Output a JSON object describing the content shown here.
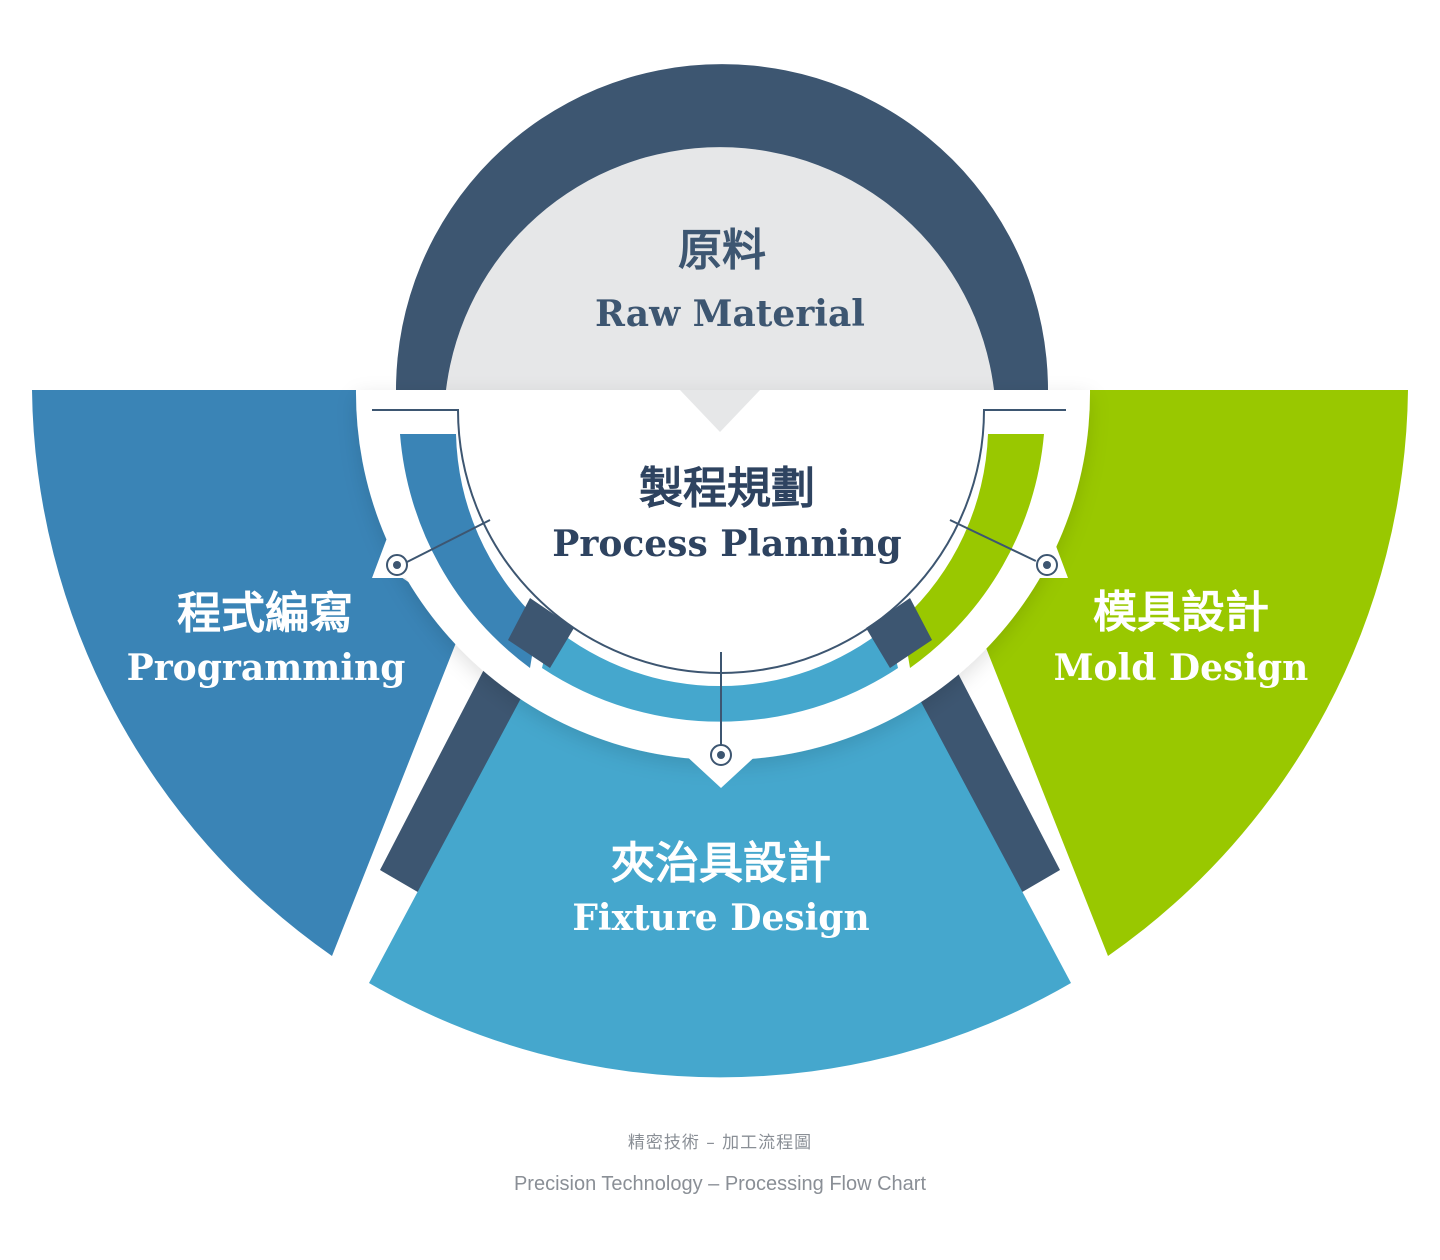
{
  "colors": {
    "navy": "#3d5671",
    "blue": "#3a84b6",
    "light_blue": "#45a7cd",
    "green": "#99c800",
    "grey_fill": "#e6e7e8",
    "white": "#ffffff",
    "line": "#3d5671"
  },
  "nodes": {
    "raw_material": {
      "cn": "原料",
      "en": "Raw Material"
    },
    "process_planning": {
      "cn": "製程規劃",
      "en": "Process Planning"
    },
    "programming": {
      "cn": "程式編寫",
      "en": "Programming"
    },
    "mold_design": {
      "cn": "模具設計",
      "en": "Mold Design"
    },
    "fixture_design": {
      "cn": "夾治具設計",
      "en": "Fixture Design"
    }
  },
  "caption": {
    "cn": "精密技術 – 加工流程圖",
    "en": "Precision Technology – Processing Flow Chart"
  }
}
